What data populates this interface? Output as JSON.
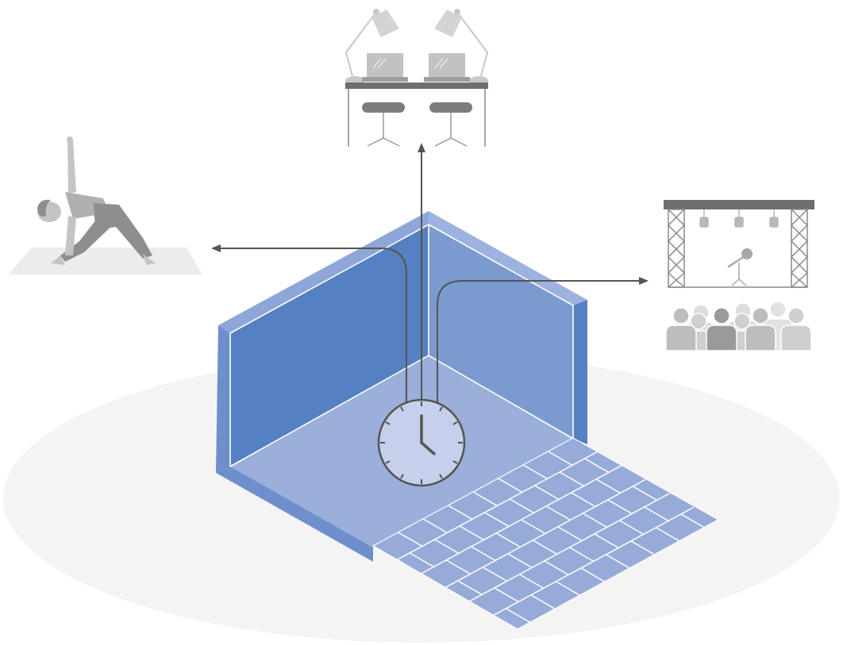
{
  "diagram": {
    "central_object": "isometric-room-with-clock",
    "clock_icon": "clock-icon",
    "arrow_targets": [
      "yoga",
      "coworking-desks",
      "concert-stage"
    ],
    "colors": {
      "ground": "#f4f4f4",
      "room_dark": "#5580c1",
      "room_mid": "#7b9bd0",
      "room_light": "#9aafd9",
      "room_edge": "#8ea7d8",
      "tile": "#97abd9",
      "clock_face": "#c6d0ec",
      "arrow": "#555555",
      "grey_dark": "#8a8a8a",
      "grey_mid": "#b0b0b0",
      "grey_light": "#d0d0d0"
    },
    "icons": [
      "yoga-person-icon",
      "desk-workspace-icon",
      "stage-audience-icon"
    ]
  }
}
